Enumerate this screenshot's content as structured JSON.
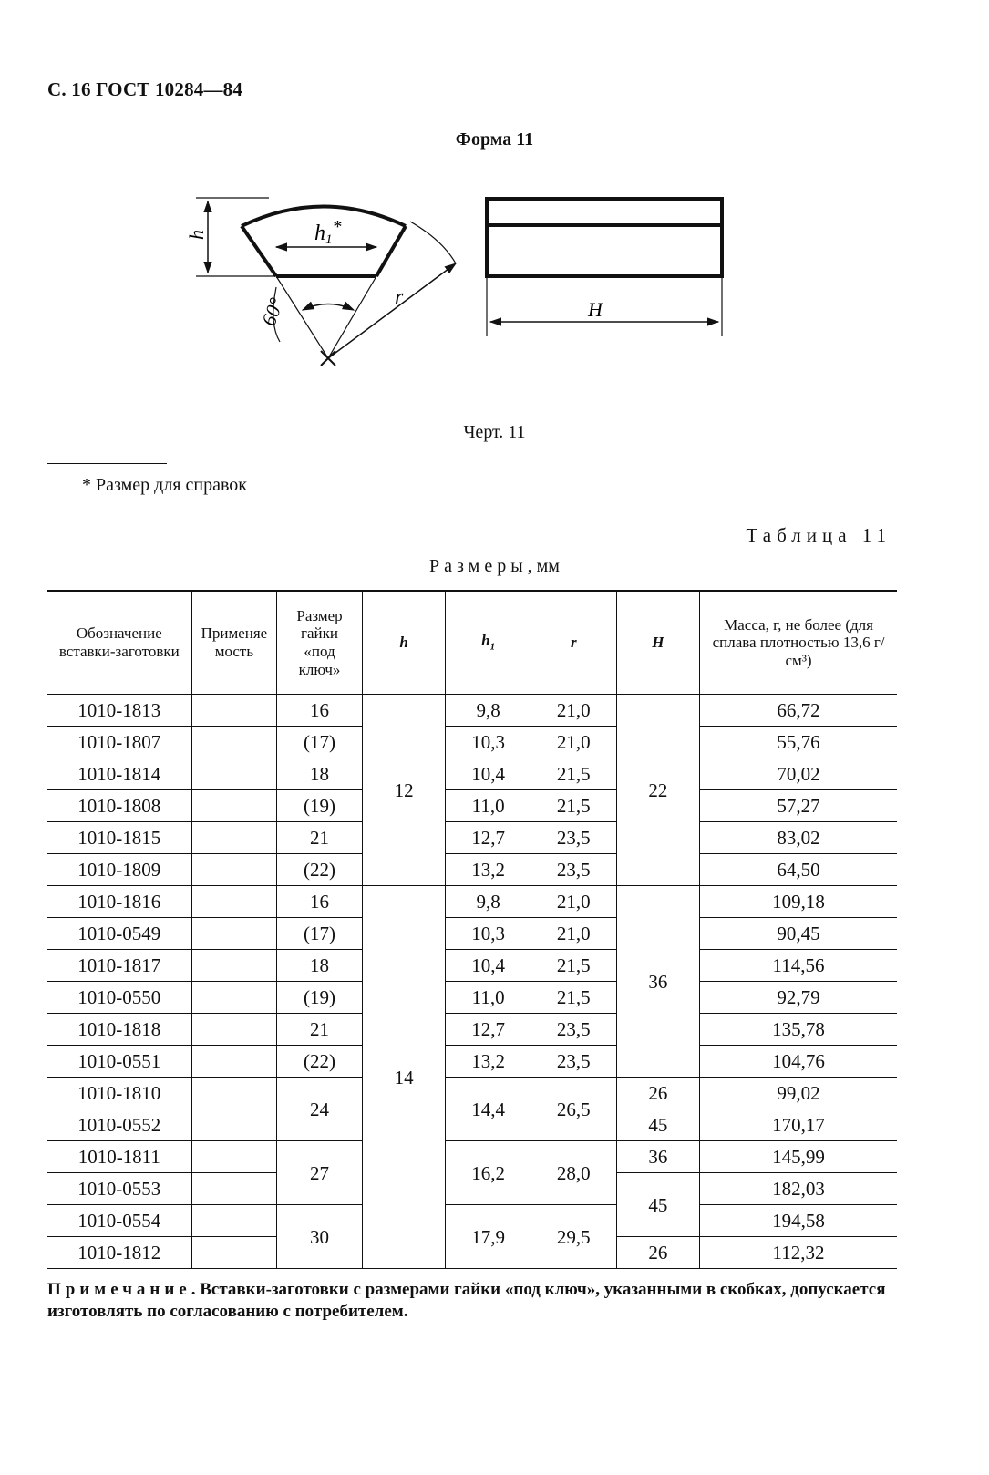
{
  "header": "С. 16 ГОСТ 10284—84",
  "form_title": "Форма 11",
  "drawing": {
    "labels": {
      "h": "h",
      "h1": "h",
      "h1_sub": "1",
      "h1_star": "*",
      "r": "r",
      "angle": "60°",
      "H": "H"
    }
  },
  "caption": "Черт. 11",
  "footnote": "* Размер для справок",
  "table_title": "Таблица 11",
  "table_subtitle_label": "Размеры",
  "table_subtitle_unit": ", мм",
  "table": {
    "headers": {
      "designation": "Обозначение вставки-заготовки",
      "applicability": "Применяемость",
      "nut_size": "Размер гайки «под ключ»",
      "h": "h",
      "h1": "h",
      "h1_sub": "1",
      "r": "r",
      "H": "H",
      "mass": "Масса, г, не более (для сплава плотностью 13,6 г/см³)"
    },
    "rows": [
      {
        "designation": "1010-1813",
        "nut_size": "16",
        "h": "12",
        "h1": "9,8",
        "r": "21,0",
        "H": "22",
        "mass": "66,72"
      },
      {
        "designation": "1010-1807",
        "nut_size": "(17)",
        "h1": "10,3",
        "r": "21,0",
        "mass": "55,76"
      },
      {
        "designation": "1010-1814",
        "nut_size": "18",
        "h1": "10,4",
        "r": "21,5",
        "mass": "70,02"
      },
      {
        "designation": "1010-1808",
        "nut_size": "(19)",
        "h1": "11,0",
        "r": "21,5",
        "mass": "57,27"
      },
      {
        "designation": "1010-1815",
        "nut_size": "21",
        "h1": "12,7",
        "r": "23,5",
        "mass": "83,02"
      },
      {
        "designation": "1010-1809",
        "nut_size": "(22)",
        "h1": "13,2",
        "r": "23,5",
        "mass": "64,50"
      },
      {
        "designation": "1010-1816",
        "nut_size": "16",
        "h": "14",
        "h1": "9,8",
        "r": "21,0",
        "H": "36",
        "mass": "109,18"
      },
      {
        "designation": "1010-0549",
        "nut_size": "(17)",
        "h1": "10,3",
        "r": "21,0",
        "mass": "90,45"
      },
      {
        "designation": "1010-1817",
        "nut_size": "18",
        "h1": "10,4",
        "r": "21,5",
        "mass": "114,56"
      },
      {
        "designation": "1010-0550",
        "nut_size": "(19)",
        "h1": "11,0",
        "r": "21,5",
        "mass": "92,79"
      },
      {
        "designation": "1010-1818",
        "nut_size": "21",
        "h1": "12,7",
        "r": "23,5",
        "mass": "135,78"
      },
      {
        "designation": "1010-0551",
        "nut_size": "(22)",
        "h1": "13,2",
        "r": "23,5",
        "mass": "104,76"
      },
      {
        "designation": "1010-1810",
        "nut_size": "24",
        "h1": "14,4",
        "r": "26,5",
        "H": "26",
        "mass": "99,02"
      },
      {
        "designation": "1010-0552",
        "H": "45",
        "mass": "170,17"
      },
      {
        "designation": "1010-1811",
        "nut_size": "27",
        "h1": "16,2",
        "r": "28,0",
        "H": "36",
        "mass": "145,99"
      },
      {
        "designation": "1010-0553",
        "H": "45",
        "mass": "182,03"
      },
      {
        "designation": "1010-0554",
        "nut_size": "30",
        "h1": "17,9",
        "r": "29,5",
        "mass": "194,58"
      },
      {
        "designation": "1010-1812",
        "H": "26",
        "mass": "112,32"
      }
    ]
  },
  "note_label": "Примечание",
  "note_text": ". Вставки-заготовки с размерами гайки «под ключ», указанными в скобках, допускается изготовлять по согласованию с потребителем."
}
